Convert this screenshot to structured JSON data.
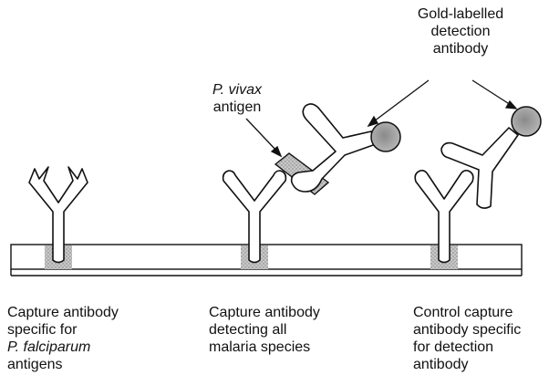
{
  "labels": {
    "gold_antibody": [
      "Gold-labelled",
      "detection",
      "antibody"
    ],
    "vivax_antigen": [
      "P. vivax",
      "antigen"
    ],
    "capture_falciparum": [
      "Capture antibody",
      "specific for",
      "P. falciparum",
      "antigens"
    ],
    "capture_all_species": [
      "Capture antibody",
      "detecting all",
      "malaria species"
    ],
    "control_capture": [
      "Control capture",
      "antibody specific",
      "for detection",
      "antibody"
    ]
  },
  "colors": {
    "outline": "#111111",
    "fill_gray": "#bdbdbd",
    "gold": "#9a9a9a",
    "strip": "#ffffff"
  }
}
